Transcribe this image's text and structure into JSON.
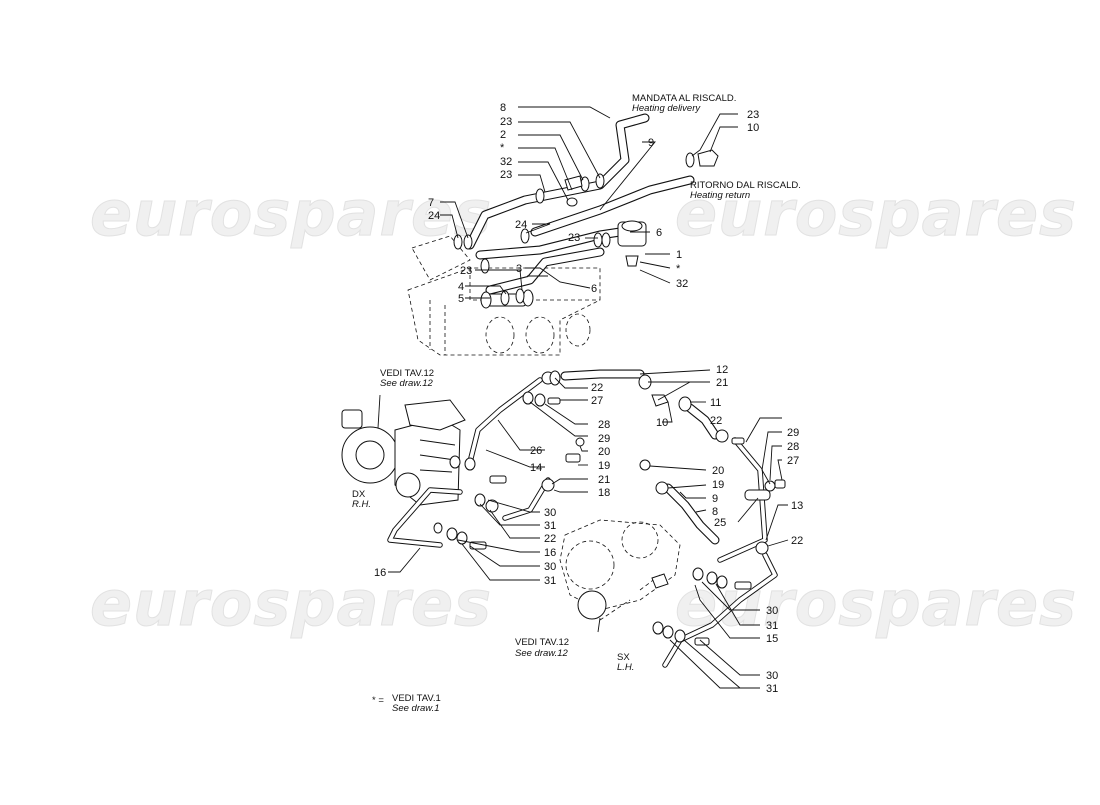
{
  "watermark": "eurospares",
  "captions": {
    "heating_delivery_it": "MANDATA AL RISCALD.",
    "heating_delivery_en": "Heating delivery",
    "heating_return_it": "RITORNO DAL RISCALD.",
    "heating_return_en": "Heating return",
    "vedi_tav12_top_it": "VEDI TAV.12",
    "vedi_tav12_top_en": "See draw.12",
    "vedi_tav12_bottom_it": "VEDI TAV.12",
    "vedi_tav12_bottom_en": "See draw.12",
    "dx_it": "DX",
    "dx_en": "R.H.",
    "sx_it": "SX",
    "sx_en": "L.H.",
    "legend_symbol": "* =",
    "legend_it": "VEDI TAV.1",
    "legend_en": "See draw.1"
  },
  "callouts": {
    "c_8a": "8",
    "c_23a": "23",
    "c_2": "2",
    "c_stara": "*",
    "c_32a": "32",
    "c_23b": "23",
    "c_7": "7",
    "c_24a": "24",
    "c_24b": "24",
    "c_23c": "23",
    "c_4": "4",
    "c_5": "5",
    "c_3": "3",
    "c_23d": "23",
    "c_6a": "6",
    "c_9a": "9",
    "c_23e": "23",
    "c_10a": "10",
    "c_6b": "6",
    "c_1": "1",
    "c_starb": "*",
    "c_32b": "32",
    "c_12": "12",
    "c_22a": "22",
    "c_27a": "27",
    "c_21a": "21",
    "c_28a": "28",
    "c_10b": "10",
    "c_11": "11",
    "c_22b": "22",
    "c_29a": "29",
    "c_26": "26",
    "c_20a": "20",
    "c_14": "14",
    "c_19a": "19",
    "c_21b": "21",
    "c_18": "18",
    "c_29b": "29",
    "c_28b": "28",
    "c_27b": "27",
    "c_20b": "20",
    "c_19b": "19",
    "c_9b": "9",
    "c_8b": "8",
    "c_13": "13",
    "c_25": "25",
    "c_30a": "30",
    "c_31a": "31",
    "c_22c": "22",
    "c_16a": "16",
    "c_30b": "30",
    "c_31b": "31",
    "c_16b": "16",
    "c_22d": "22",
    "c_30c": "30",
    "c_31c": "31",
    "c_15": "15",
    "c_30d": "30",
    "c_31d": "31"
  }
}
